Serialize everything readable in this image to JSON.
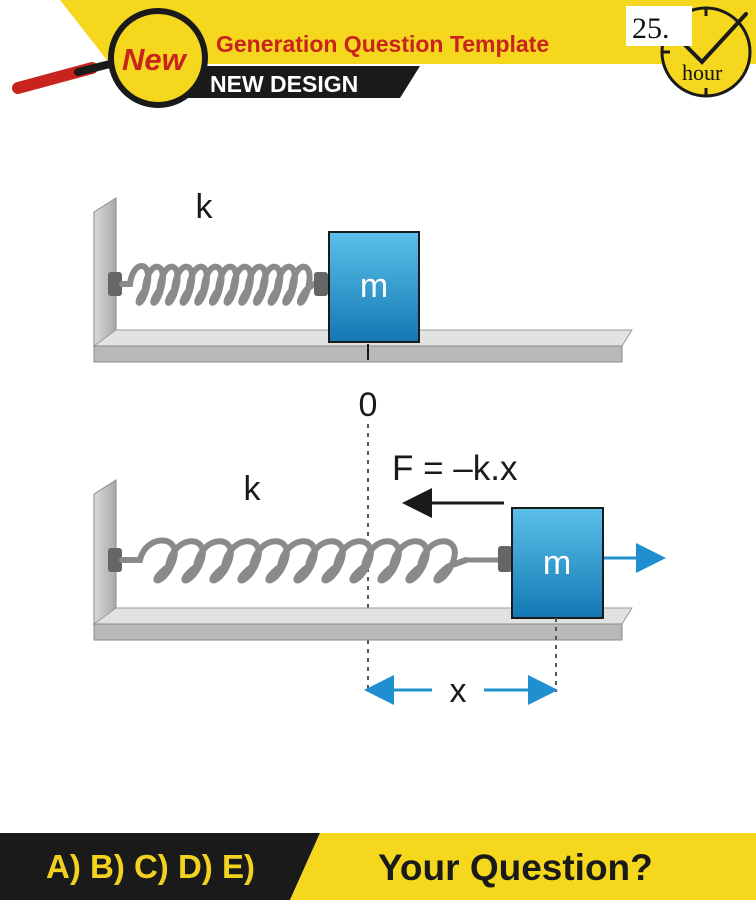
{
  "header": {
    "badge": "New",
    "title": "Generation Question Template",
    "subtitle": "NEW DESIGN",
    "clock_number": "25.",
    "clock_unit": "hour"
  },
  "diagram": {
    "spring_constant_top": "k",
    "spring_constant_bottom": "k",
    "mass_top": "m",
    "mass_bottom": "m",
    "origin_label": "0",
    "force_equation": "F = –k.x",
    "displacement_label": "x"
  },
  "footer": {
    "options": "A) B) C) D) E)",
    "question": "Your Question?"
  },
  "colors": {
    "yellow": "#f5d81e",
    "red": "#c8231c",
    "black": "#1a1a1a",
    "mass_blue": "#2a9fd6",
    "arrow_blue": "#1f8fcf",
    "surface_gray": "#c9c9c9"
  }
}
